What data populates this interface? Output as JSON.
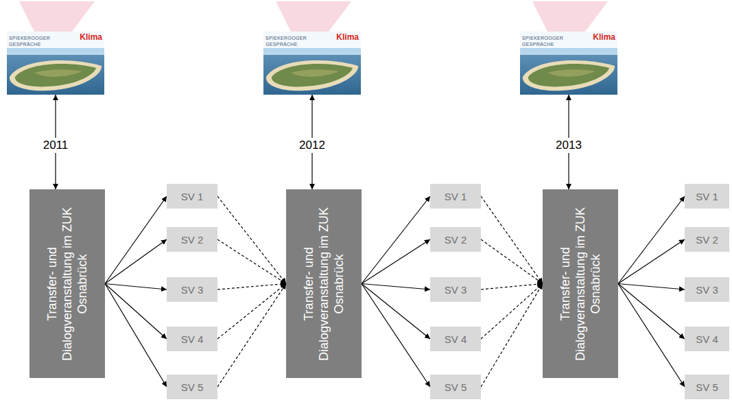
{
  "diagram": {
    "nodes": [
      {
        "text": [
          "SPIEKEROOGER",
          "Klima",
          "GESPRÄCHE"
        ]
      },
      {
        "text": [
          "SPIEKEROOGER",
          "Klima",
          "GESPRÄCHE"
        ]
      },
      {
        "text": [
          "SPIEKEROOGER",
          "Klima",
          "GESPRÄCHE"
        ]
      },
      {
        "text": [
          "Transfer- und Dialogveranstaltung im ZUK Osnabrück"
        ]
      },
      {
        "text": [
          "SV 1"
        ]
      },
      {
        "text": [
          "SV 2"
        ]
      },
      {
        "text": [
          "SV 3"
        ]
      },
      {
        "text": [
          "SV 4"
        ]
      },
      {
        "text": [
          "SV 5"
        ]
      },
      {
        "text": [
          "Transfer- und Dialogveranstaltung im ZUK Osnabrück"
        ]
      },
      {
        "text": [
          "SV 1"
        ]
      },
      {
        "text": [
          "SV 2"
        ]
      },
      {
        "text": [
          "SV 3"
        ]
      },
      {
        "text": [
          "SV 4"
        ]
      },
      {
        "text": [
          "SV 5"
        ]
      },
      {
        "text": [
          "Transfer- und Dialogveranstaltung im ZUK Osnabrück"
        ]
      },
      {
        "text": [
          "SV 1"
        ]
      },
      {
        "text": [
          "SV 2"
        ]
      },
      {
        "text": [
          "SV 3"
        ]
      },
      {
        "text": [
          "SV 4"
        ]
      },
      {
        "text": [
          "SV 5"
        ]
      }
    ],
    "edges": [
      {
        "from": 0,
        "to": 3,
        "label": "2011",
        "arrow": "both"
      },
      {
        "from": 1,
        "to": 9,
        "label": "2012",
        "arrow": "both"
      },
      {
        "from": 2,
        "to": 15,
        "label": "2013",
        "arrow": "both"
      },
      {
        "from": 3,
        "to": 4,
        "arrow": "to"
      },
      {
        "from": 3,
        "to": 5,
        "arrow": "to"
      },
      {
        "from": 3,
        "to": 6,
        "arrow": "to"
      },
      {
        "from": 3,
        "to": 7,
        "arrow": "to"
      },
      {
        "from": 3,
        "to": 8,
        "arrow": "to"
      },
      {
        "from": 4,
        "to": 9,
        "arrow": "to"
      },
      {
        "from": 5,
        "to": 9,
        "arrow": "to"
      },
      {
        "from": 6,
        "to": 9,
        "arrow": "to"
      },
      {
        "from": 7,
        "to": 9,
        "arrow": "to"
      },
      {
        "from": 8,
        "to": 9,
        "arrow": "to"
      },
      {
        "from": 9,
        "to": 10,
        "arrow": "to"
      },
      {
        "from": 9,
        "to": 11,
        "arrow": "to"
      },
      {
        "from": 9,
        "to": 12,
        "arrow": "to"
      },
      {
        "from": 9,
        "to": 13,
        "arrow": "to"
      },
      {
        "from": 9,
        "to": 14,
        "arrow": "to"
      },
      {
        "from": 10,
        "to": 15,
        "arrow": "to"
      },
      {
        "from": 11,
        "to": 15,
        "arrow": "to"
      },
      {
        "from": 12,
        "to": 15,
        "arrow": "to"
      },
      {
        "from": 13,
        "to": 15,
        "arrow": "to"
      },
      {
        "from": 14,
        "to": 15,
        "arrow": "to"
      },
      {
        "from": 15,
        "to": 16,
        "arrow": "to"
      },
      {
        "from": 15,
        "to": 17,
        "arrow": "to"
      },
      {
        "from": 15,
        "to": 18,
        "arrow": "to"
      },
      {
        "from": 15,
        "to": 19,
        "arrow": "to"
      },
      {
        "from": 15,
        "to": 20,
        "arrow": "to"
      }
    ]
  }
}
